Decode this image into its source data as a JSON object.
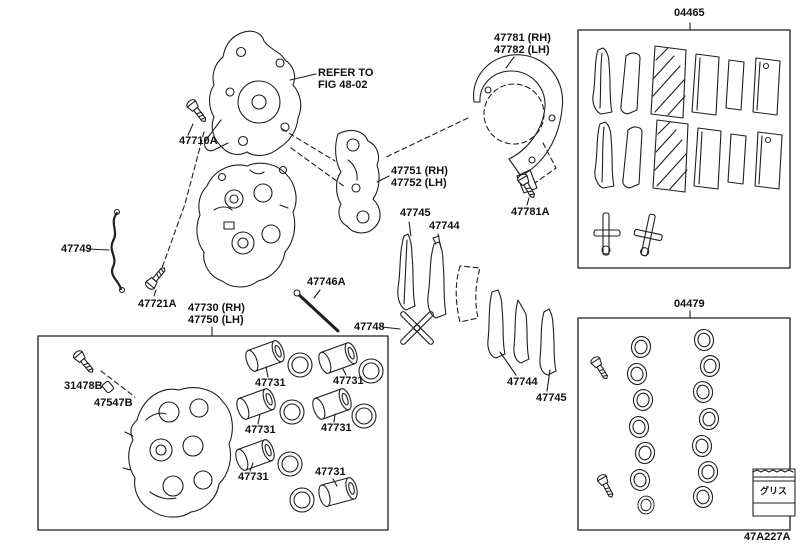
{
  "diagram": {
    "corner_code": "47A227A",
    "pad_kit": {
      "label": "04465"
    },
    "seal_kit": {
      "label": "04479",
      "grease": "グリス"
    },
    "parts": {
      "refer_note": {
        "line1": "REFER TO",
        "line2": "FIG 48-02"
      },
      "knuckle_bolt": "47710A",
      "dust_shield": {
        "line1": "47781 (RH)",
        "line2": "47782 (LH)"
      },
      "shield_bolt": "47781A",
      "mount_bracket": {
        "line1": "47751 (RH)",
        "line2": "47752 (LH)"
      },
      "pad_no1_upper": "47745",
      "pad_no2_upper": "47744",
      "wire_clip": "47749",
      "caliper_bolt": "47721A",
      "caliper_assy": {
        "line1": "47730 (RH)",
        "line2": "47750 (LH)"
      },
      "retaining_pin": "47746A",
      "pad_spring": "47748",
      "pad_no2_lower": "47744",
      "pad_no1_lower": "47745",
      "bleeder_screw": "31478B",
      "bleeder_cap": "47547B",
      "piston": "47731"
    }
  }
}
